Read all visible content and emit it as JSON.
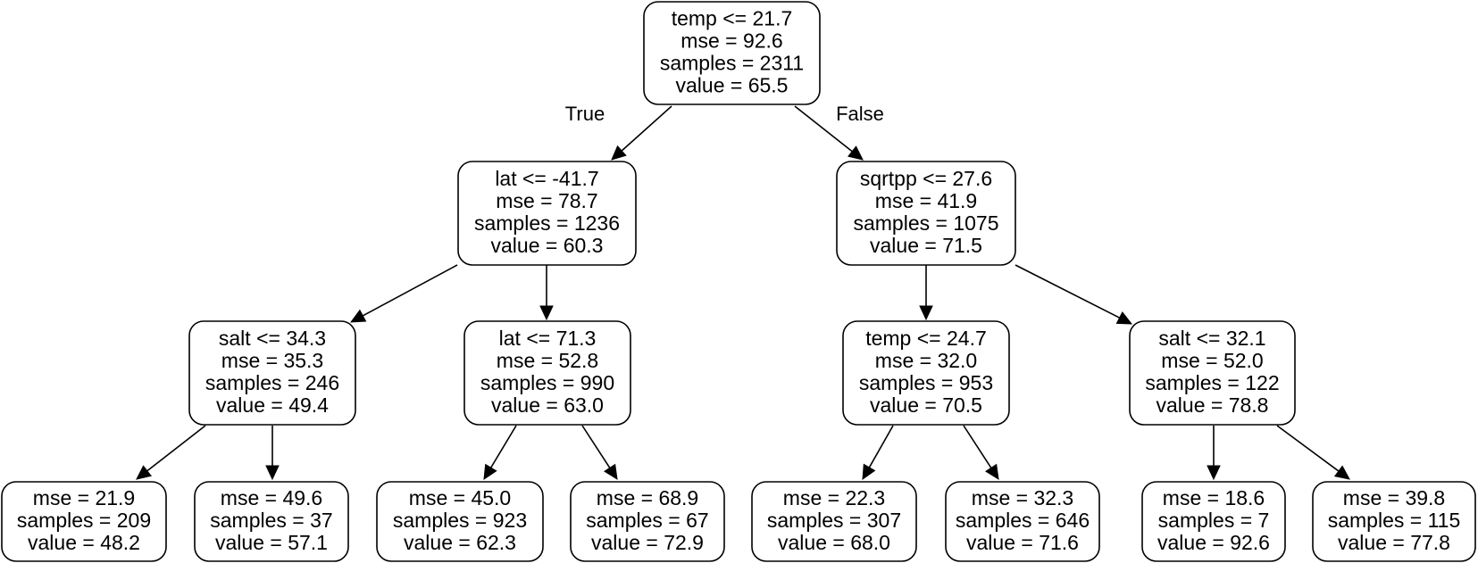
{
  "tree": {
    "nodes": [
      {
        "id": "n0",
        "lines": [
          "temp <= 21.7",
          "mse = 92.6",
          "samples = 2311",
          "value = 65.5"
        ]
      },
      {
        "id": "n1",
        "lines": [
          "lat <= -41.7",
          "mse = 78.7",
          "samples = 1236",
          "value = 60.3"
        ]
      },
      {
        "id": "n2",
        "lines": [
          "sqrtpp <= 27.6",
          "mse = 41.9",
          "samples = 1075",
          "value = 71.5"
        ]
      },
      {
        "id": "n3",
        "lines": [
          "salt <= 34.3",
          "mse = 35.3",
          "samples = 246",
          "value = 49.4"
        ]
      },
      {
        "id": "n4",
        "lines": [
          "lat <= 71.3",
          "mse = 52.8",
          "samples = 990",
          "value = 63.0"
        ]
      },
      {
        "id": "n5",
        "lines": [
          "temp <= 24.7",
          "mse = 32.0",
          "samples = 953",
          "value = 70.5"
        ]
      },
      {
        "id": "n6",
        "lines": [
          "salt <= 32.1",
          "mse = 52.0",
          "samples = 122",
          "value = 78.8"
        ]
      },
      {
        "id": "n7",
        "lines": [
          "mse = 21.9",
          "samples = 209",
          "value = 48.2"
        ]
      },
      {
        "id": "n8",
        "lines": [
          "mse = 49.6",
          "samples = 37",
          "value = 57.1"
        ]
      },
      {
        "id": "n9",
        "lines": [
          "mse = 45.0",
          "samples = 923",
          "value = 62.3"
        ]
      },
      {
        "id": "n10",
        "lines": [
          "mse = 68.9",
          "samples = 67",
          "value = 72.9"
        ]
      },
      {
        "id": "n11",
        "lines": [
          "mse = 22.3",
          "samples = 307",
          "value = 68.0"
        ]
      },
      {
        "id": "n12",
        "lines": [
          "mse = 32.3",
          "samples = 646",
          "value = 71.6"
        ]
      },
      {
        "id": "n13",
        "lines": [
          "mse = 18.6",
          "samples = 7",
          "value = 92.6"
        ]
      },
      {
        "id": "n14",
        "lines": [
          "mse = 39.8",
          "samples = 115",
          "value = 77.8"
        ]
      }
    ],
    "edges": [
      {
        "from": "n0",
        "to": "n1",
        "label": "True"
      },
      {
        "from": "n0",
        "to": "n2",
        "label": "False"
      },
      {
        "from": "n1",
        "to": "n3",
        "label": ""
      },
      {
        "from": "n1",
        "to": "n4",
        "label": ""
      },
      {
        "from": "n2",
        "to": "n5",
        "label": ""
      },
      {
        "from": "n2",
        "to": "n6",
        "label": ""
      },
      {
        "from": "n3",
        "to": "n7",
        "label": ""
      },
      {
        "from": "n3",
        "to": "n8",
        "label": ""
      },
      {
        "from": "n4",
        "to": "n9",
        "label": ""
      },
      {
        "from": "n4",
        "to": "n10",
        "label": ""
      },
      {
        "from": "n5",
        "to": "n11",
        "label": ""
      },
      {
        "from": "n5",
        "to": "n12",
        "label": ""
      },
      {
        "from": "n6",
        "to": "n13",
        "label": ""
      },
      {
        "from": "n6",
        "to": "n14",
        "label": ""
      }
    ]
  }
}
